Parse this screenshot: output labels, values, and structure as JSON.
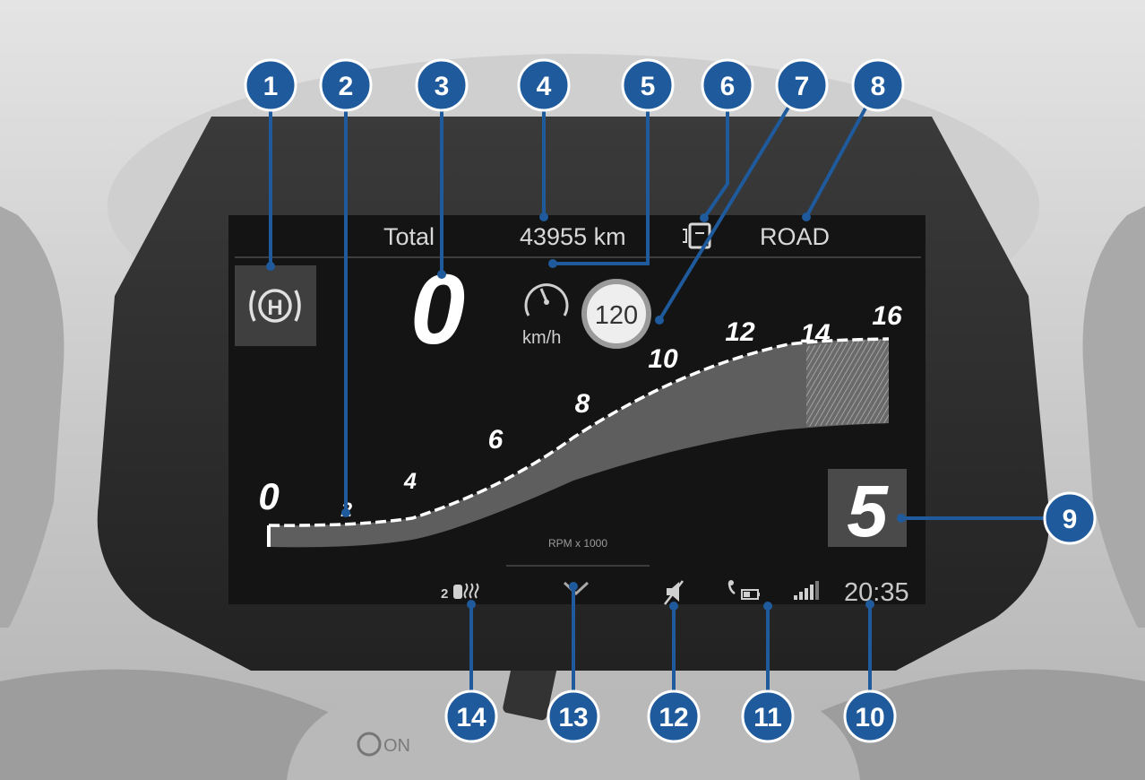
{
  "display": {
    "odometer_label": "Total",
    "odometer_value": "43955 km",
    "ride_mode": "ROAD",
    "speed": "0",
    "speed_unit": "km/h",
    "speed_limit": "120",
    "gear": "5",
    "rpm_label": "RPM x 1000",
    "time": "20:35",
    "heated_grip_level": "2",
    "on_label": "ON"
  },
  "tachometer": {
    "ticks": [
      "0",
      "2",
      "4",
      "6",
      "8",
      "10",
      "12",
      "14",
      "16"
    ],
    "current_rpm": 0,
    "max_rpm": 16
  },
  "callouts": [
    "1",
    "2",
    "3",
    "4",
    "5",
    "6",
    "7",
    "8",
    "9",
    "10",
    "11",
    "12",
    "13",
    "14"
  ],
  "colors": {
    "callout": "#1e5a9c",
    "screen": "#141414",
    "housing": "#2c2c2c",
    "text": "#d8d8d8"
  },
  "icons": {
    "parking_brake": "parking-brake-icon",
    "speed_limit_info": "speedometer-icon",
    "fuel": "fuel-pump-icon",
    "muted": "speaker-muted-icon",
    "phone_battery": "phone-battery-icon",
    "signal": "signal-strength-icon",
    "heated_grips": "heated-grips-icon",
    "menu": "menu-chevron-icon"
  }
}
